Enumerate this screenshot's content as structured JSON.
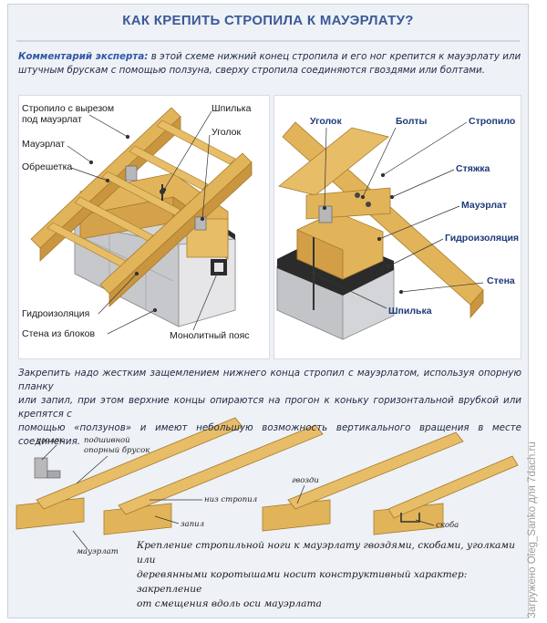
{
  "title": "КАК КРЕПИТЬ СТРОПИЛА К МАУЭРЛАТУ?",
  "expert": {
    "lead": "Комментарий эксперта:",
    "line1": "в этой схеме нижний конец стропила и его ног крепится к мауэрлату или",
    "line2": "штучным брускам с помощью ползуна, сверху стропила соединяются гвоздями или болтами."
  },
  "diagram_left": {
    "labels": {
      "rafter_notch_1": "Стропило с вырезом",
      "rafter_notch_2": "под мауэрлат",
      "mauerlat": "Мауэрлат",
      "lathing": "Обрешетка",
      "stud": "Шпилька",
      "angle": "Уголок",
      "waterproofing": "Гидроизоляция",
      "block_wall": "Стена из блоков",
      "monolithic_belt": "Монолитный пояс"
    }
  },
  "diagram_right": {
    "labels": {
      "angle": "Уголок",
      "bolts": "Болты",
      "rafter": "Стропило",
      "tie": "Стяжка",
      "mauerlat": "Мауэрлат",
      "waterproofing": "Гидроизоляция",
      "wall": "Стена",
      "stud": "Шпилька"
    }
  },
  "middle_text": {
    "line1": "Закрепить надо жестким защемлением нижнего конца стропил с мауэрлатом, используя опорную планку",
    "line2": "или запил, при этом верхние концы опираются на прогон к коньку горизонтальной врубкой или крепятся с",
    "line3": "помощью «ползунов» и имеют небольшую возможность вертикального вращения в месте соединения."
  },
  "bottom_diagram": {
    "labels": {
      "angle": "уголок",
      "hemmed_1": "подшивной",
      "hemmed_2": "опорный брусок",
      "rafter_bottom": "низ стропил",
      "notch": "запил",
      "mauerlat": "мауэрлат",
      "nails": "гвозди",
      "staple": "скоба"
    },
    "caption": {
      "line1": "Крепление стропильной ноги к мауэрлату гвоздями, скобами, уголками или",
      "line2": "деревянными коротышами носит конструктивный характер: закрепление",
      "line3": "от смещения вдоль оси мауэрлата"
    }
  },
  "watermark": "Загружено Oleg_Sanko для 7dach.ru",
  "colors": {
    "title": "#3a5a98",
    "lead": "#2f58a8",
    "wood": "#e2b45a",
    "wood_dark": "#b98a35",
    "block": "#d9dadd",
    "waterproofing": "#2b2b2b"
  }
}
